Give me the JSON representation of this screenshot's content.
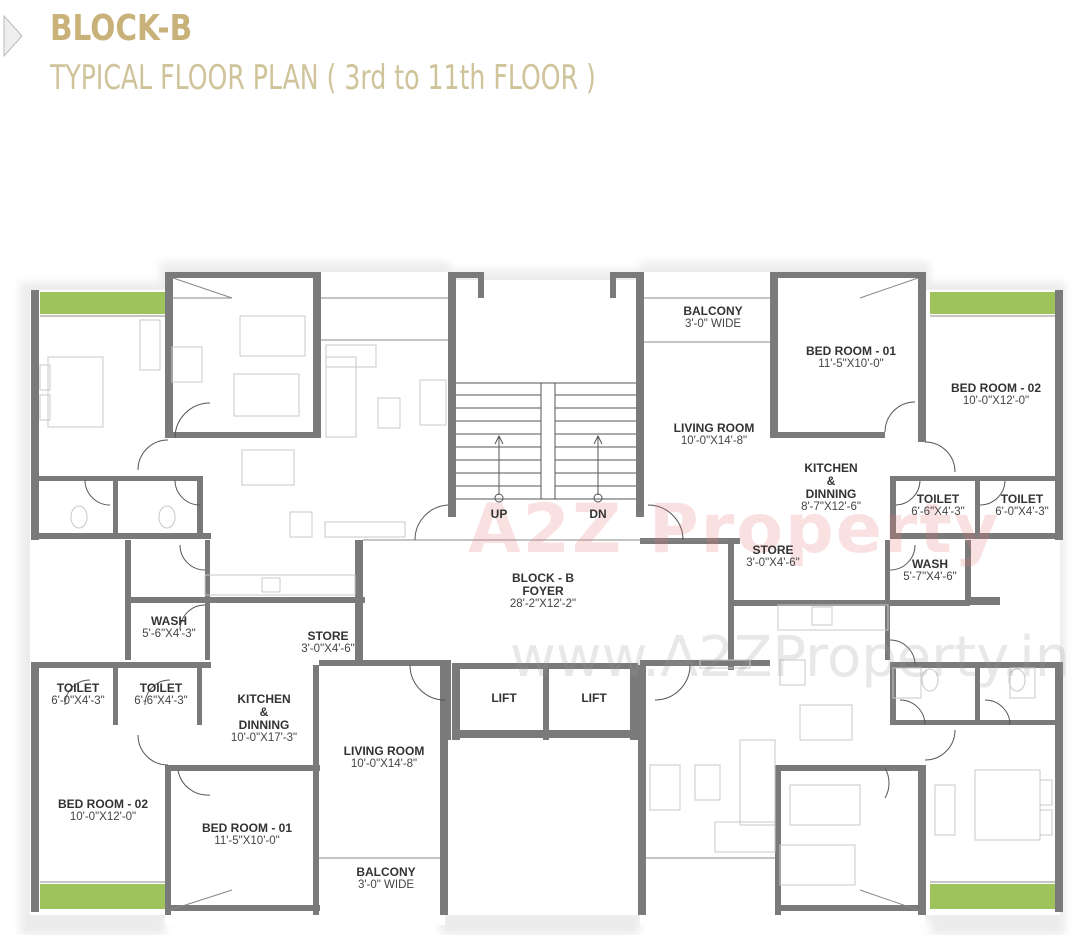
{
  "header": {
    "title": "BLOCK-B",
    "subtitle": "TYPICAL FLOOR PLAN ( 3rd to 11th FLOOR )",
    "title_color": "#c9b27a",
    "subtitle_color": "#cfc39a"
  },
  "watermark": {
    "brand": "A2Z Property",
    "url": "www.A2ZProperty.in"
  },
  "stairs": {
    "up_label": "UP",
    "down_label": "DN"
  },
  "colors": {
    "wall": "#7a7a7a",
    "planter": "#9dc35a",
    "furniture": "#c8c8c8"
  },
  "rooms": {
    "right_balcony": {
      "name": "BALCONY",
      "dim": "3'-0\" WIDE"
    },
    "right_bed1": {
      "name": "BED ROOM - 01",
      "dim": "11'-5\"X10'-0\""
    },
    "right_bed2": {
      "name": "BED ROOM - 02",
      "dim": "10'-0\"X12'-0\""
    },
    "right_living": {
      "name": "LIVING ROOM",
      "dim": "10'-0\"X14'-8\""
    },
    "right_kitchen": {
      "name": "KITCHEN",
      "amp": "&",
      "name2": "DINNING",
      "dim": "8'-7\"X12'-6\""
    },
    "right_toilet1": {
      "name": "TOILET",
      "dim": "6'-6\"X4'-3\""
    },
    "right_toilet2": {
      "name": "TOILET",
      "dim": "6'-0\"X4'-3\""
    },
    "right_store": {
      "name": "STORE",
      "dim": "3'-0\"X4'-6\""
    },
    "right_wash": {
      "name": "WASH",
      "dim": "5'-7\"X4'-6\""
    },
    "foyer": {
      "name": "BLOCK - B",
      "name2": "FOYER",
      "dim": "28'-2\"X12'-2\""
    },
    "lift1": {
      "name": "LIFT"
    },
    "lift2": {
      "name": "LIFT"
    },
    "left_wash": {
      "name": "WASH",
      "dim": "5'-6\"X4'-3\""
    },
    "left_store": {
      "name": "STORE",
      "dim": "3'-0\"X4'-6\""
    },
    "left_toilet1": {
      "name": "TOILET",
      "dim": "6'-0\"X4'-3\""
    },
    "left_toilet2": {
      "name": "TOILET",
      "dim": "6'-6\"X4'-3\""
    },
    "left_kitchen": {
      "name": "KITCHEN",
      "amp": "&",
      "name2": "DINNING",
      "dim": "10'-0\"X17'-3\""
    },
    "left_living": {
      "name": "LIVING ROOM",
      "dim": "10'-0\"X14'-8\""
    },
    "left_bed2": {
      "name": "BED ROOM - 02",
      "dim": "10'-0\"X12'-0\""
    },
    "left_bed1": {
      "name": "BED ROOM - 01",
      "dim": "11'-5\"X10'-0\""
    },
    "left_balcony": {
      "name": "BALCONY",
      "dim": "3'-0\" WIDE"
    }
  }
}
